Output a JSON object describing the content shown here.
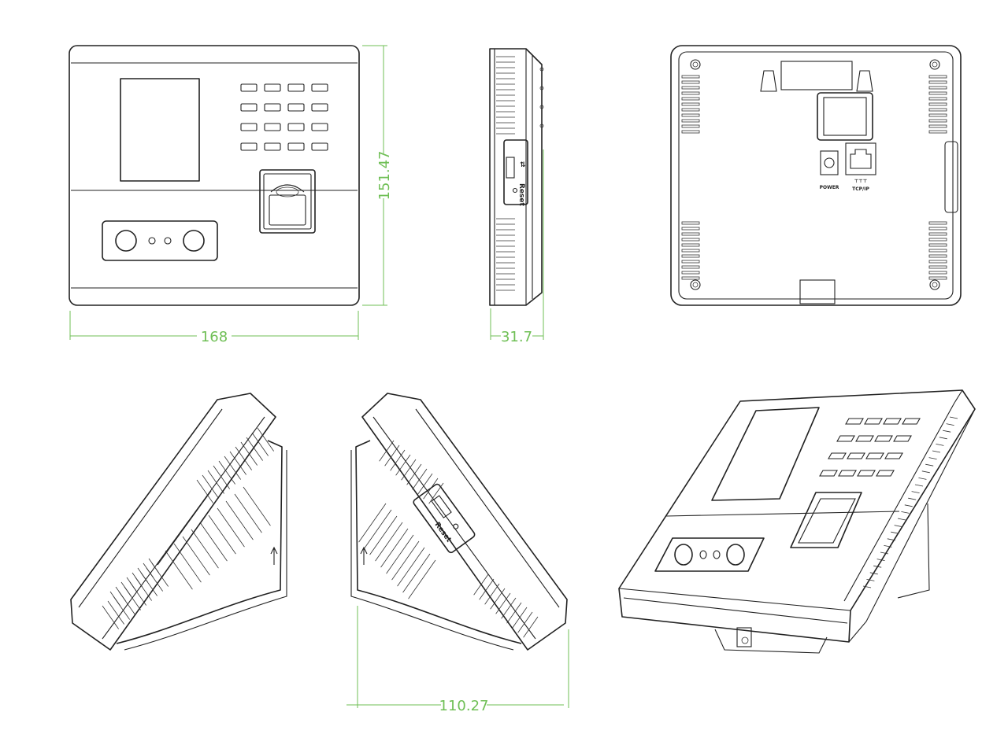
{
  "colors": {
    "dimension": "#6fbf55",
    "outline": "#222222",
    "background": "#ffffff"
  },
  "dimensions": {
    "width": "168",
    "height": "151.47",
    "depth": "31.7",
    "tilted_depth": "110.27"
  },
  "labels": {
    "reset": "Reset",
    "power": "POWER",
    "tcpip": "TCP/IP"
  },
  "icons": {
    "usb": "usb-icon",
    "network": "network-icon"
  }
}
